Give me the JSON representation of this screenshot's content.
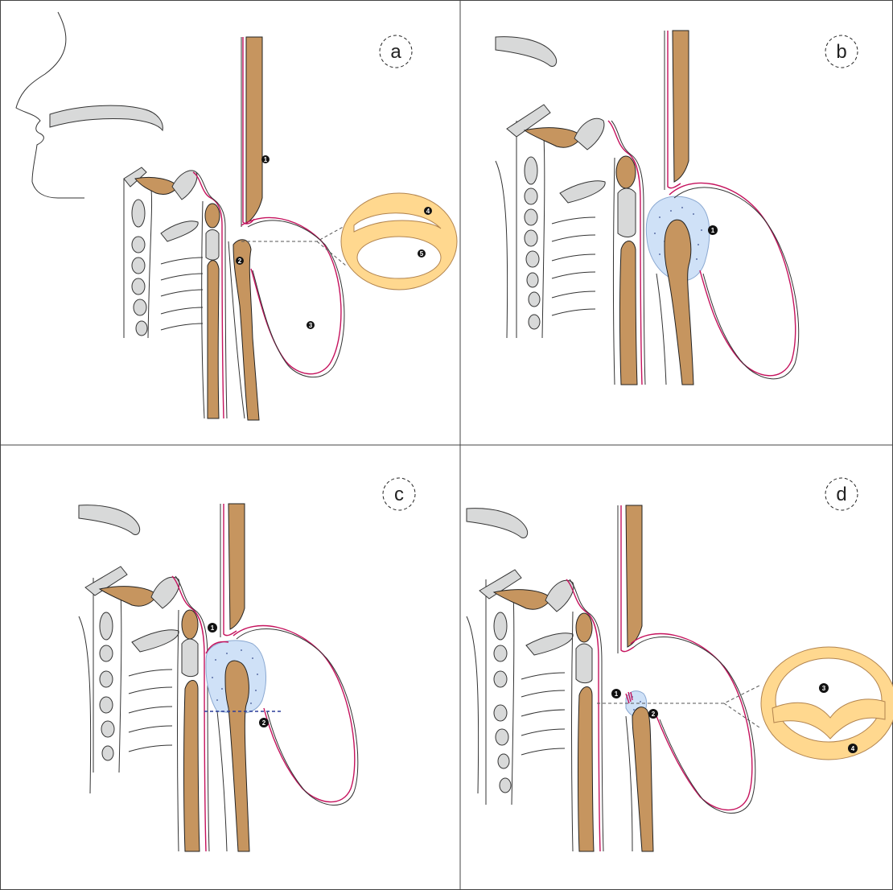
{
  "panels": [
    {
      "label": "a",
      "markers": [
        "1",
        "2",
        "3",
        "4",
        "5"
      ]
    },
    {
      "label": "b",
      "markers": [
        "1"
      ]
    },
    {
      "label": "c",
      "markers": [
        "1",
        "2"
      ]
    },
    {
      "label": "d",
      "markers": [
        "1",
        "2",
        "3",
        "4"
      ]
    }
  ],
  "colors": {
    "bone": "#c6955f",
    "cartilage": "#d8d9d9",
    "mucosa": "#c5125d",
    "fluid": "#cfe1f7",
    "ring": "#ffd88f"
  }
}
